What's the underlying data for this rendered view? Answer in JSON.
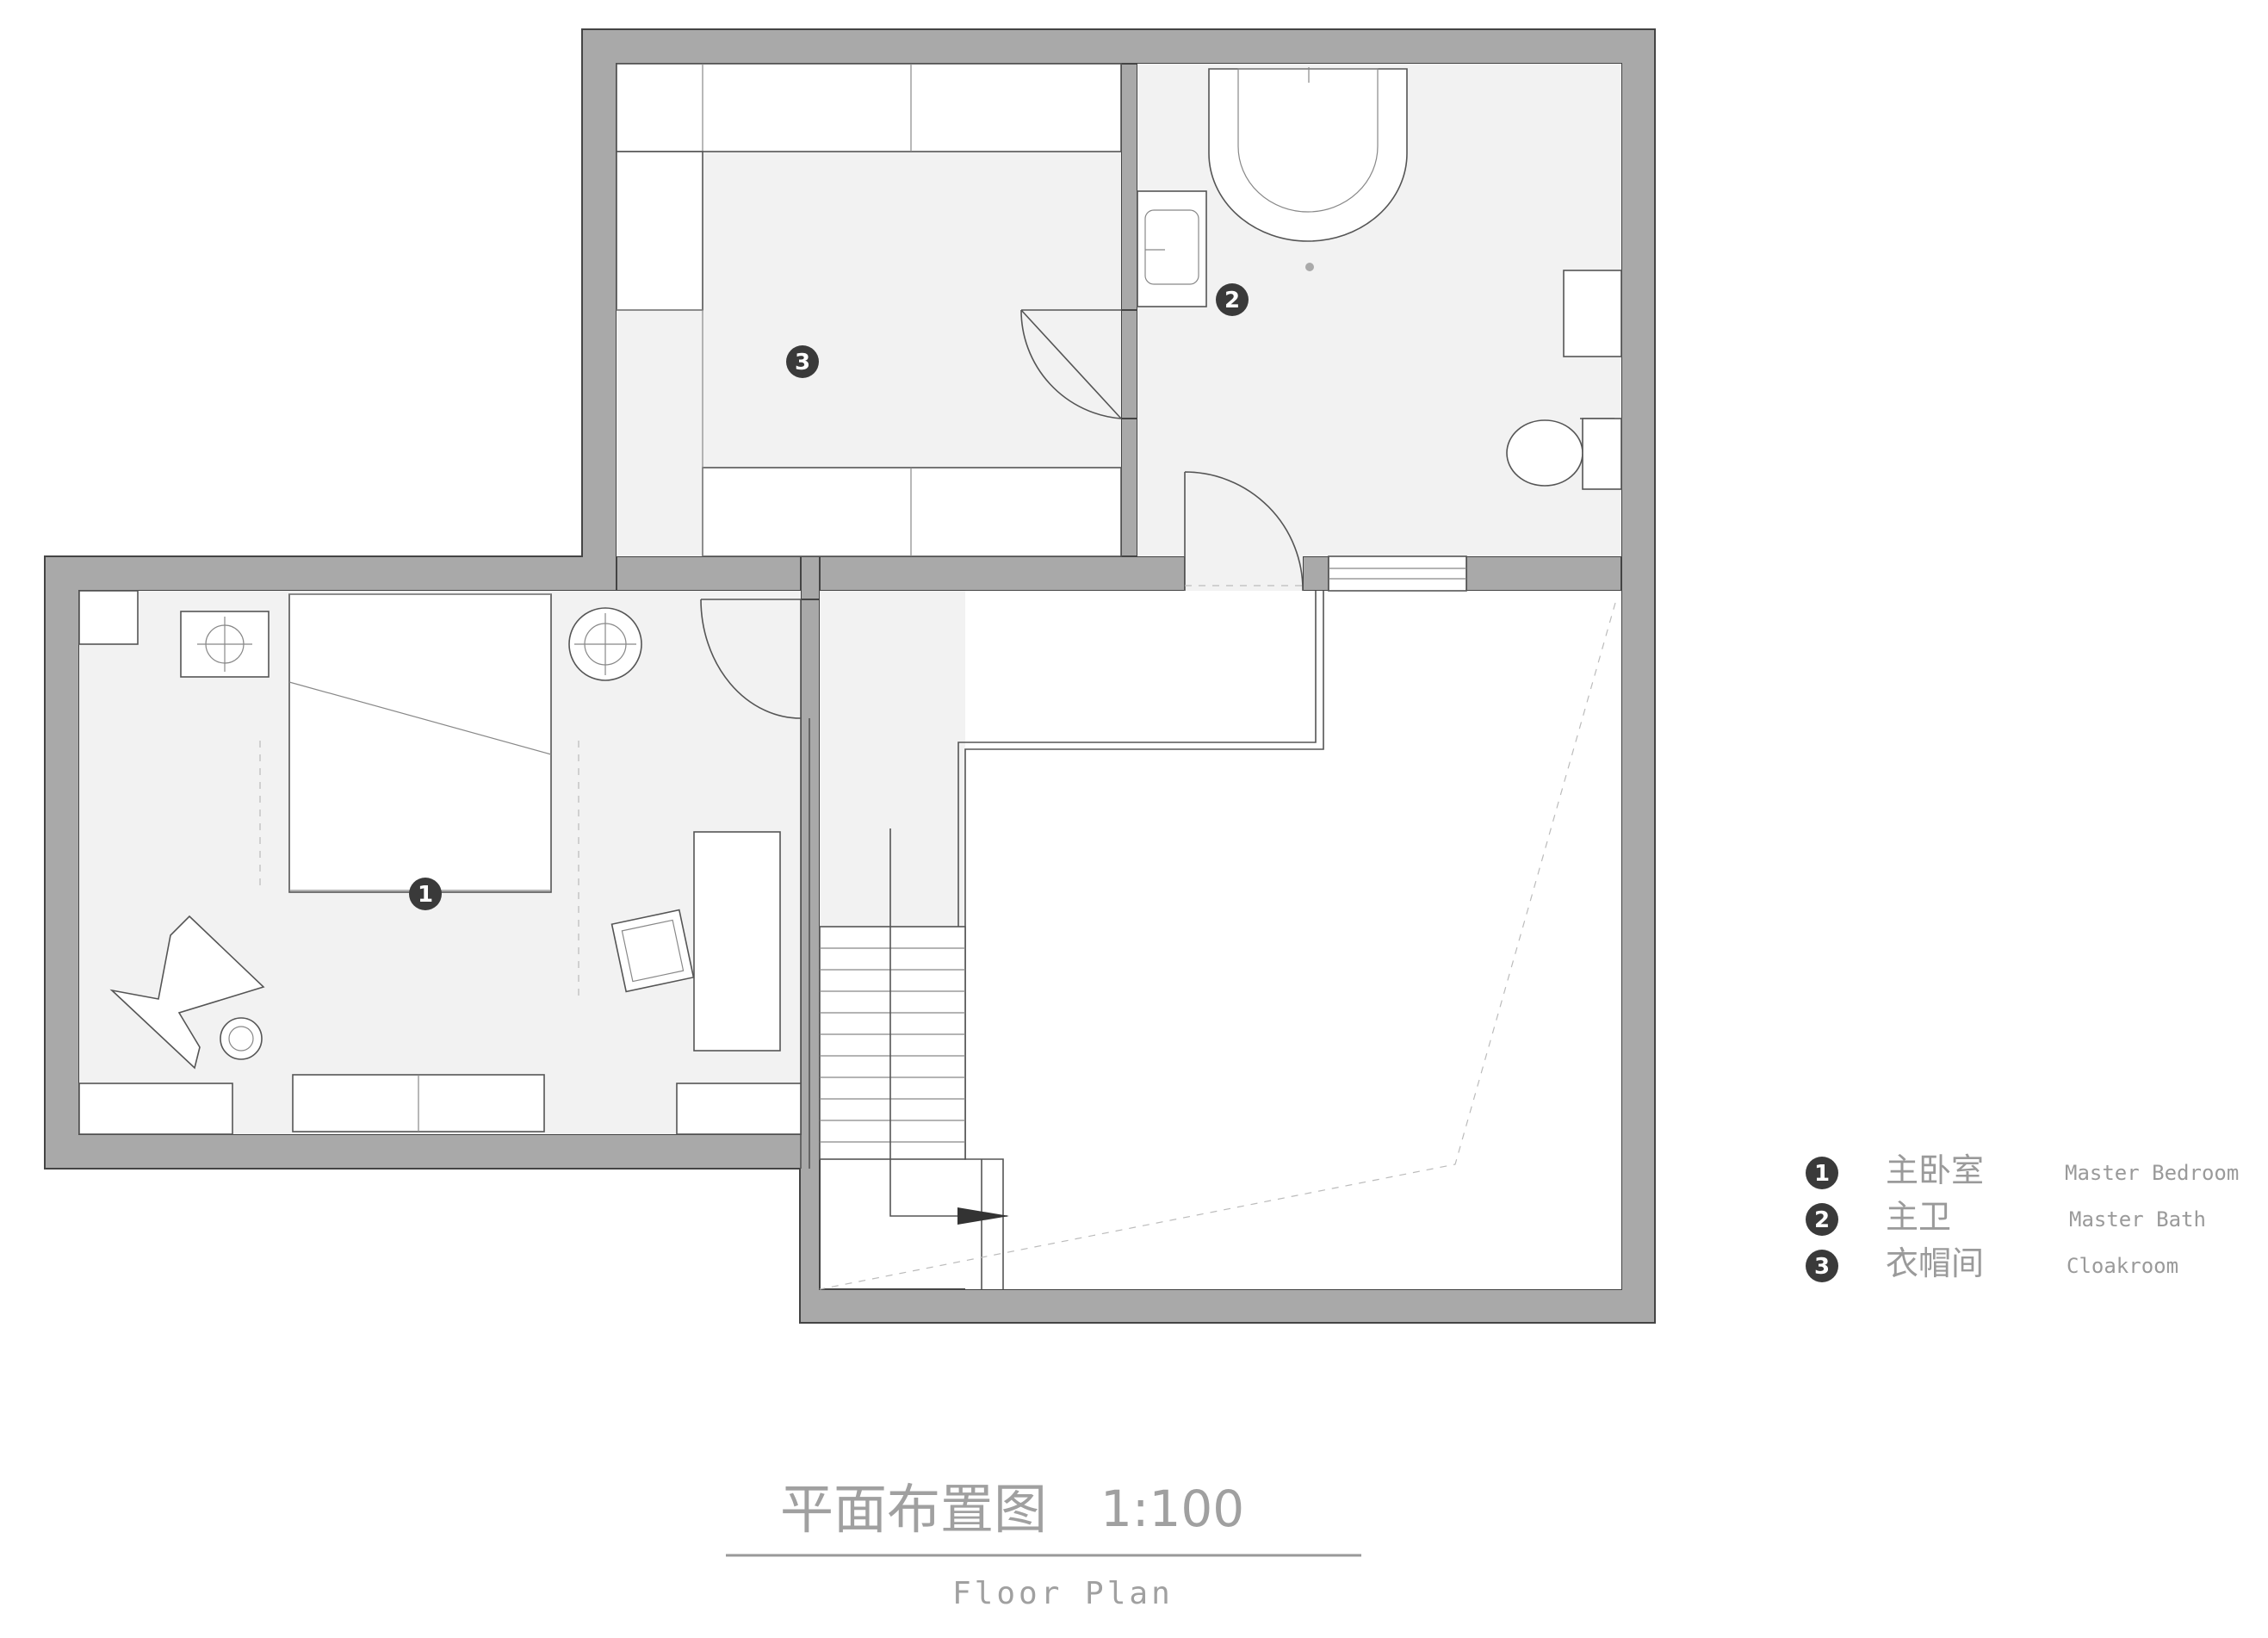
{
  "legend": {
    "items": [
      {
        "number": "1",
        "name_cn": "主卧室",
        "name_en": "Master Bedroom"
      },
      {
        "number": "2",
        "name_cn": "主卫",
        "name_en": "Master Bath"
      },
      {
        "number": "3",
        "name_cn": "衣帽间",
        "name_en": "Cloakroom"
      }
    ]
  },
  "title": {
    "cn": "平面布置图",
    "scale": "1:100",
    "en": "Floor Plan"
  },
  "colors": {
    "wall": "#a9a9a9",
    "floor": "#f2f2f2",
    "marker": "#3a3a3a",
    "text": "#9a9a9a"
  }
}
